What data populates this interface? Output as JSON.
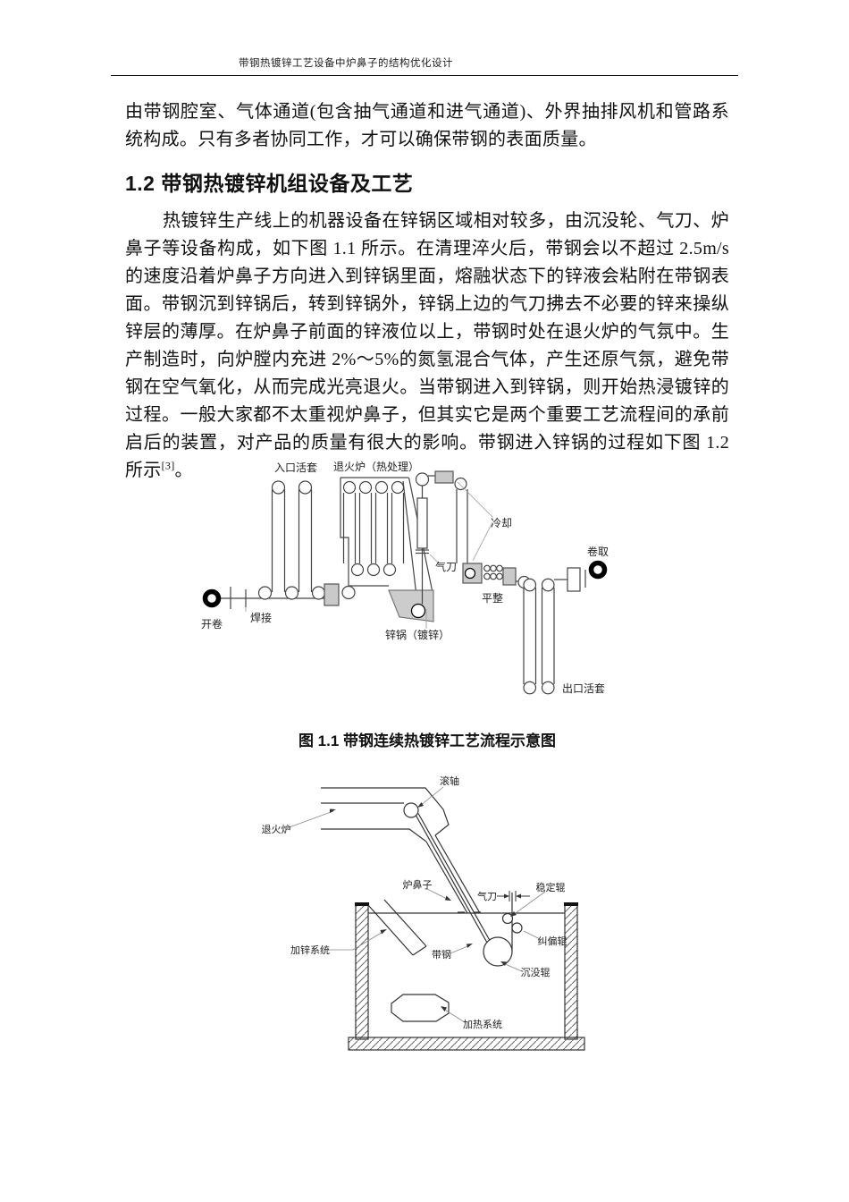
{
  "header": {
    "running_title": "带钢热镀锌工艺设备中炉鼻子的结构优化设计"
  },
  "content": {
    "paragraph_intro": "由带钢腔室、气体通道(包含抽气通道和进气通道)、外界抽排风机和管路系统构成。只有多者协同工作，才可以确保带钢的表面质量。",
    "section_heading": "1.2 带钢热镀锌机组设备及工艺",
    "paragraph_main": "热镀锌生产线上的机器设备在锌锅区域相对较多，由沉没轮、气刀、炉鼻子等设备构成，如下图 1.1 所示。在清理淬火后，带钢会以不超过 2.5m/s 的速度沿着炉鼻子方向进入到锌锅里面，熔融状态下的锌液会粘附在带钢表面。带钢沉到锌锅后，转到锌锅外，锌锅上边的气刀拂去不必要的锌来操纵锌层的薄厚。在炉鼻子前面的锌液位以上，带钢时处在退火炉的气氛中。生产制造时，向炉膛内充进 2%～5%的氮氢混合气体，产生还原气氛，避免带钢在空气氧化，从而完成光亮退火。当带钢进入到锌锅，则开始热浸镀锌的过程。一般大家都不太重视炉鼻子，但其实它是两个重要工艺流程间的承前启后的装置，对产品的质量有很大的影响。带钢进入锌锅的过程如下图 1.2 所示",
    "paragraph_main_ref": "[3]",
    "paragraph_main_tail": "。"
  },
  "figure1": {
    "caption": "图 1.1 带钢连续热镀锌工艺流程示意图",
    "labels": {
      "uncoiling": "开卷",
      "welding": "焊接",
      "entry_looper": "入口活套",
      "annealing_furnace": "退火炉（热处理）",
      "zinc_pot": "锌锅（镀锌）",
      "air_knife": "气刀",
      "cooling": "冷却",
      "skin_pass": "平整",
      "exit_looper": "出口活套",
      "coiling": "卷取"
    }
  },
  "figure2": {
    "labels": {
      "roller": "滚轴",
      "annealing_furnace": "退火炉",
      "furnace_nose": "炉鼻子",
      "air_knife": "气刀",
      "stabilizing_roll": "稳定辊",
      "correcting_roll": "纠偏辊",
      "strip": "带钢",
      "sink_roll": "沉没辊",
      "zinc_adding_system": "加锌系统",
      "heating_system": "加热系统"
    }
  }
}
